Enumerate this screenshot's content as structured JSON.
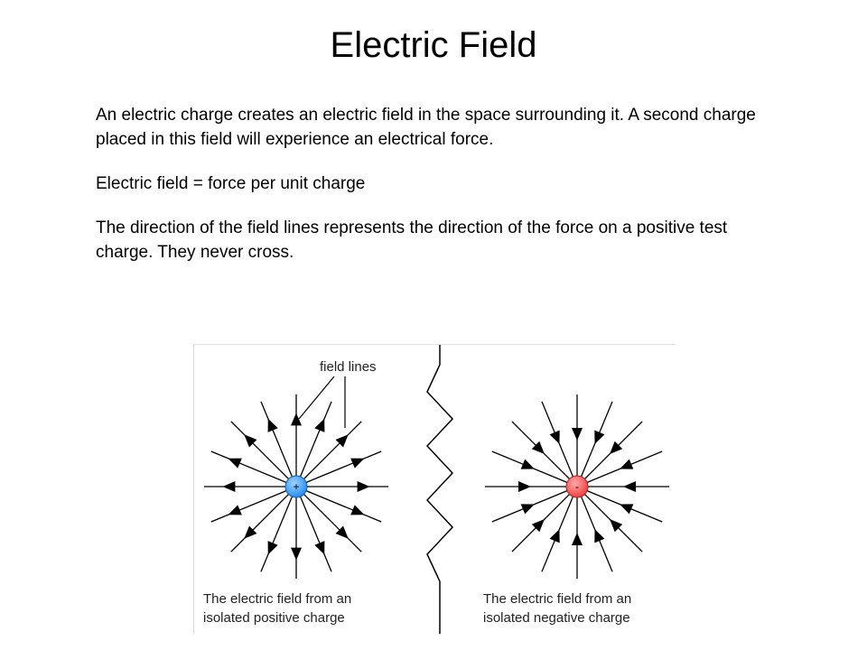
{
  "slide": {
    "title": "Electric Field",
    "paragraphs": [
      "An electric charge creates an electric field in the space surrounding it. A second charge placed in this field will experience an electrical force.",
      "Electric field = force per unit charge",
      "The direction of the field lines represents the direction of the force on a positive test charge. They never cross."
    ]
  },
  "figure": {
    "field_lines_label": "field lines",
    "positive": {
      "sign": "+",
      "color": "#3399ff",
      "caption_line1": "The electric field from an",
      "caption_line2": "isolated positive charge"
    },
    "negative": {
      "sign": "-",
      "color": "#ff4d4d",
      "caption_line1": "The electric field from an",
      "caption_line2": "isolated negative charge"
    }
  }
}
